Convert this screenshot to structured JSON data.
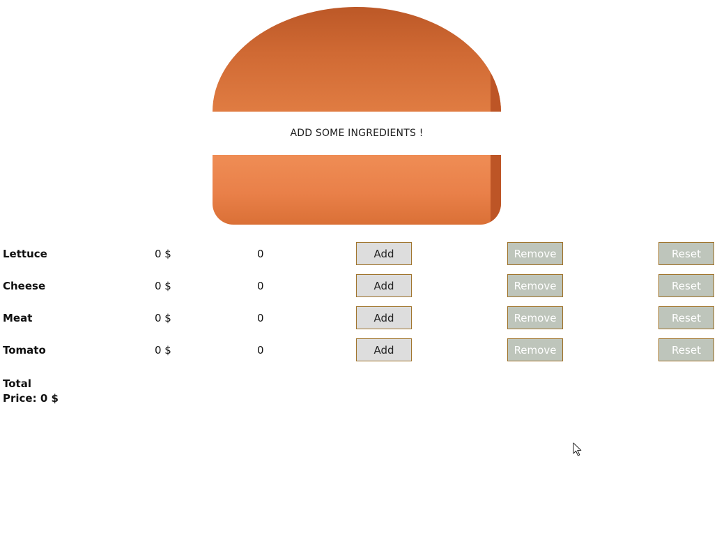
{
  "burger": {
    "message": "ADD SOME INGREDIENTS !"
  },
  "ingredients": [
    {
      "label": "Lettuce",
      "price": "0 $",
      "count": "0",
      "add_label": "Add",
      "remove_label": "Remove",
      "reset_label": "Reset"
    },
    {
      "label": "Cheese",
      "price": "0 $",
      "count": "0",
      "add_label": "Add",
      "remove_label": "Remove",
      "reset_label": "Reset"
    },
    {
      "label": "Meat",
      "price": "0 $",
      "count": "0",
      "add_label": "Add",
      "remove_label": "Remove",
      "reset_label": "Reset"
    },
    {
      "label": "Tomato",
      "price": "0 $",
      "count": "0",
      "add_label": "Add",
      "remove_label": "Remove",
      "reset_label": "Reset"
    }
  ],
  "total": {
    "line1": "Total",
    "line2": "Price: 0 $"
  },
  "icons": {
    "cursor": "mouse-pointer-icon"
  },
  "colors": {
    "bun_dark": "#bc5827",
    "bun_light": "#ef8d55",
    "button_border": "#a0742c",
    "add_bg": "#dddddd",
    "disabled_bg": "#bec5bb"
  }
}
